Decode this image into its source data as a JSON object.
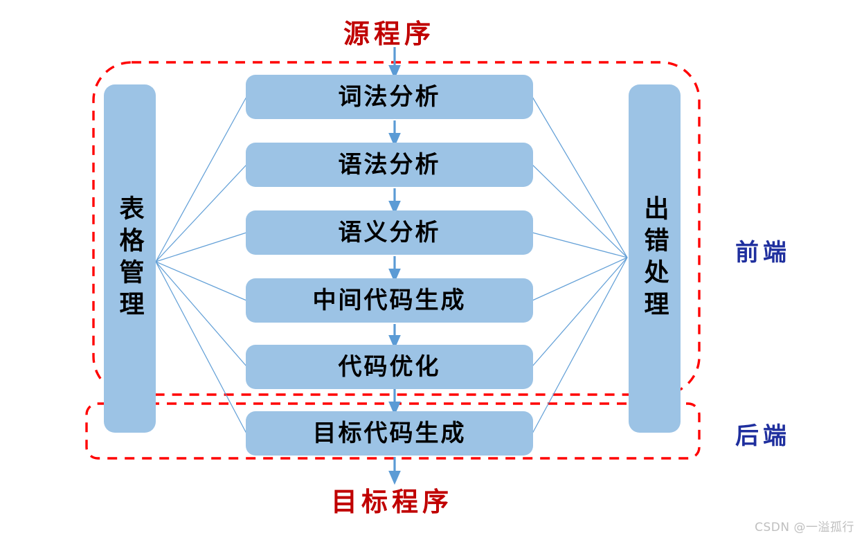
{
  "diagram": {
    "title_top": "源程序",
    "title_bottom": "目标程序",
    "watermark": "CSDN @一溢孤行",
    "colors": {
      "box_fill": "#9CC3E5",
      "connector": "#5B9BD5",
      "region_border": "#FF0000",
      "io_text": "#C00000",
      "region_text": "#1F2F9E",
      "box_text": "#000000",
      "watermark_text": "#BFBFBF"
    },
    "stages": [
      {
        "label": "词法分析"
      },
      {
        "label": "语法分析"
      },
      {
        "label": "语义分析"
      },
      {
        "label": "中间代码生成"
      },
      {
        "label": "代码优化"
      },
      {
        "label": "目标代码生成"
      }
    ],
    "side_boxes": [
      {
        "id": "table-management",
        "label": "表格管理"
      },
      {
        "id": "error-handling",
        "label": "出错处理"
      }
    ],
    "regions": [
      {
        "id": "front-end",
        "label": "前端"
      },
      {
        "id": "back-end",
        "label": "后端"
      }
    ]
  }
}
